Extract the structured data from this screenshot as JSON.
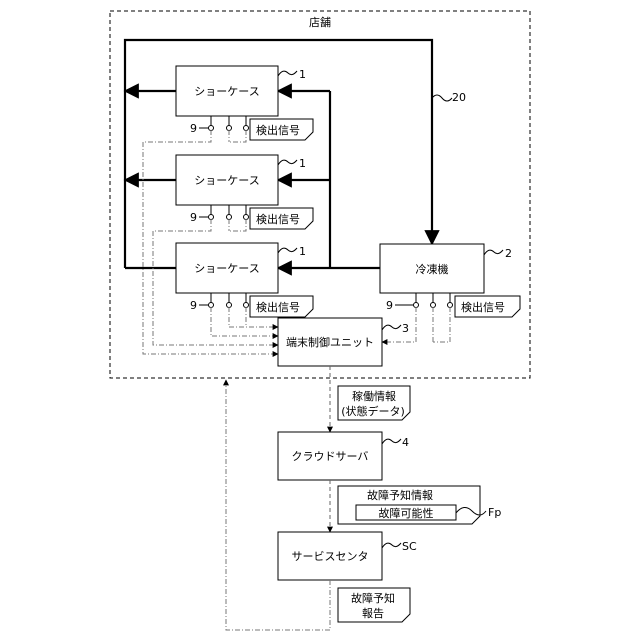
{
  "store": {
    "label": "店舗"
  },
  "piping_ref": "20",
  "showcases": [
    {
      "label": "ショーケース",
      "ref": "1",
      "sensor_ref": "9",
      "flag": "検出信号"
    },
    {
      "label": "ショーケース",
      "ref": "1",
      "sensor_ref": "9",
      "flag": "検出信号"
    },
    {
      "label": "ショーケース",
      "ref": "1",
      "sensor_ref": "9",
      "flag": "検出信号"
    }
  ],
  "freezer": {
    "label": "冷凍機",
    "ref": "2",
    "sensor_ref": "9",
    "flag": "検出信号"
  },
  "terminal": {
    "label": "端末制御ユニット",
    "ref": "3"
  },
  "operation_note": {
    "line1": "稼働情報",
    "line2": "(状態データ)"
  },
  "cloud": {
    "label": "クラウドサーバ",
    "ref": "4"
  },
  "prediction_note": {
    "title": "故障予知情報",
    "inner": "故障可能性",
    "ref": "Fp"
  },
  "service_center": {
    "label": "サービスセンタ",
    "ref": "SC"
  },
  "report_note": {
    "line1": "故障予知",
    "line2": "報告"
  }
}
